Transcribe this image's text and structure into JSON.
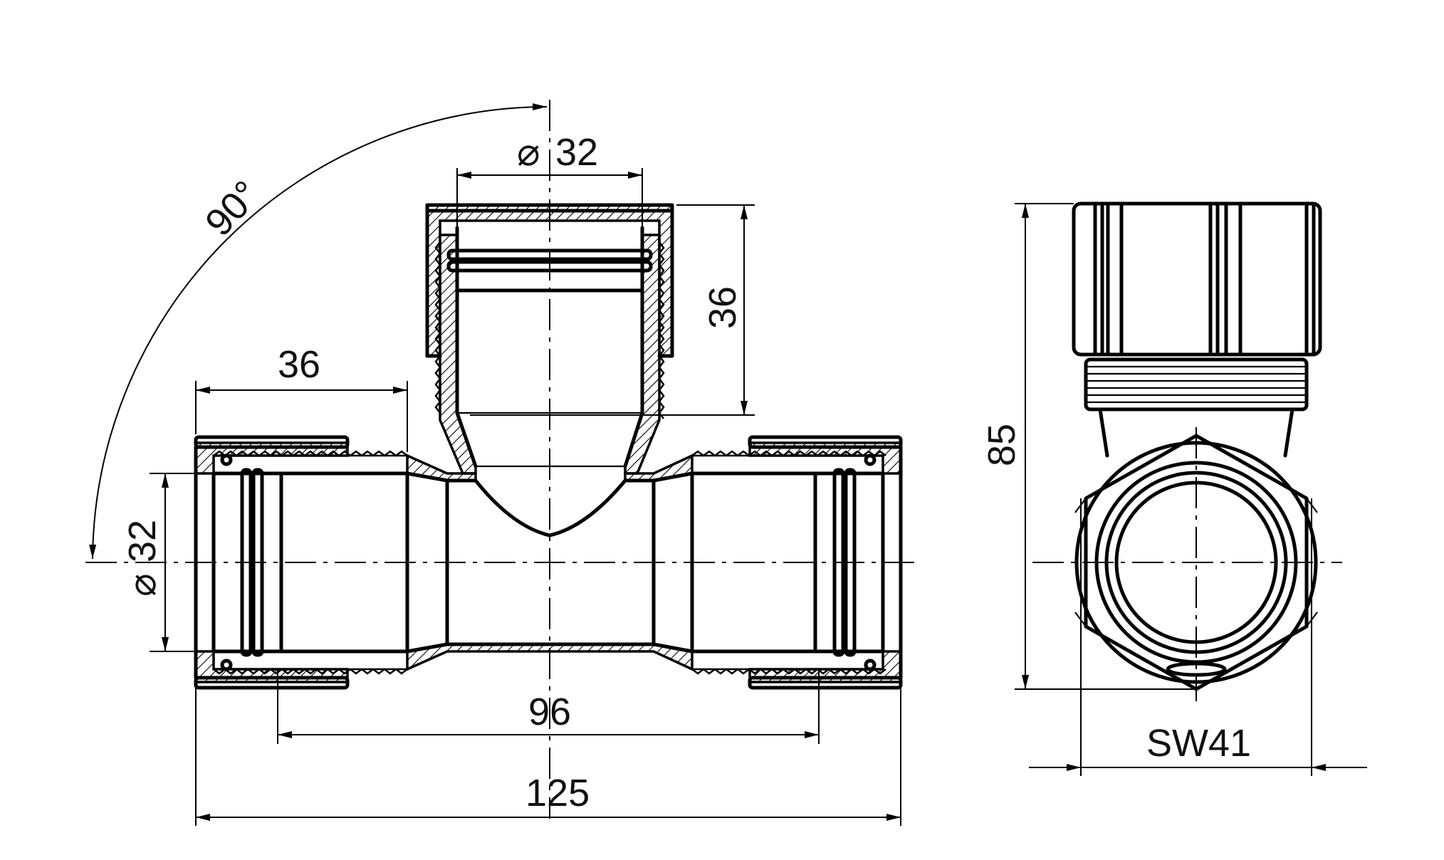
{
  "drawing": {
    "angle_label": "90°",
    "diam_branch_label": "32",
    "diam_main_label": "32",
    "dim_branch_depth": "36",
    "dim_left_depth": "36",
    "dim_inner_length": "96",
    "dim_total_length": "125",
    "dim_height": "85",
    "wrench_size": "SW41",
    "diameter_symbol": "⌀"
  }
}
